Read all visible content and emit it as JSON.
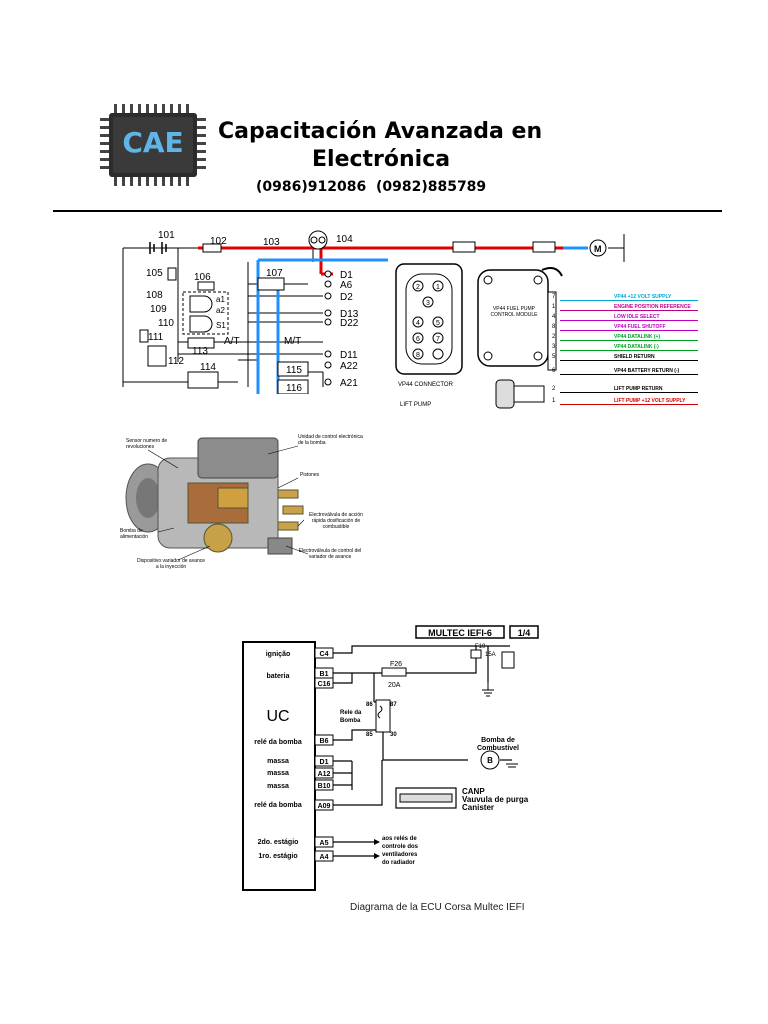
{
  "header": {
    "logo_text": "CAE",
    "title_line1": "Capacitación Avanzada en",
    "title_line2": "Electrónica",
    "phones": "(0986)912086  (0982)885789"
  },
  "circuit1": {
    "components": [
      "101",
      "102",
      "103",
      "104",
      "105",
      "106",
      "107",
      "108",
      "109",
      "110",
      "111",
      "112",
      "113",
      "114",
      "115",
      "116"
    ],
    "pins": [
      "D1",
      "A6",
      "D2",
      "D13",
      "D22",
      "D11",
      "A22",
      "A21"
    ],
    "switch_labels": [
      "A/T",
      "M/T"
    ],
    "gate_labels": [
      "a1",
      "a2",
      "S1"
    ]
  },
  "pump_module": {
    "connector_label": "VP44 CONNECTOR",
    "lift_pump_label": "LIFT PUMP",
    "module_label": "VP44 FUEL PUMP CONTROL MODULE",
    "connector_pins": [
      "2",
      "1",
      "3",
      "4",
      "5",
      "6",
      "7",
      "8"
    ],
    "wires": [
      {
        "pin": "7",
        "label": "VP44 +12 VOLT SUPPLY",
        "color": "#00a6d6"
      },
      {
        "pin": "1",
        "label": "ENGINE POSITION REFERENCE",
        "color": "#c0008a"
      },
      {
        "pin": "4",
        "label": "LOW IDLE SELECT",
        "color": "#c000c0"
      },
      {
        "pin": "8",
        "label": "VP44 FUEL SHUTOFF",
        "color": "#c000c0"
      },
      {
        "pin": "2",
        "label": "VP44 DATALINK (+)",
        "color": "#00a020"
      },
      {
        "pin": "3",
        "label": "VP44 DATALINK (-)",
        "color": "#00a020"
      },
      {
        "pin": "5",
        "label": "SHIELD RETURN",
        "color": "#000000"
      },
      {
        "pin": "6",
        "label": "VP44 BATTERY RETURN (-)",
        "color": "#000000"
      }
    ],
    "lift_wires": [
      {
        "pin": "2",
        "label": "LIFT PUMP RETURN",
        "color": "#000000"
      },
      {
        "pin": "1",
        "label": "LIFT PUMP +12 VOLT SUPPLY",
        "color": "#d00000"
      }
    ]
  },
  "pump_illustration": {
    "labels": {
      "sensor": "Sensor numero de revoluciones",
      "unidad": "Unidad de control electrónica de la bomba",
      "pistones": "Pistones",
      "electro1": "Electroválvula de acción rápida dosificación de combustible",
      "bomba": "Bomba de alimentación",
      "dispositivo": "Dispositivo variador de avance a la inyección",
      "electro2": "Electroválvula de control del variador de avance"
    }
  },
  "ecu_diagram": {
    "title": "MULTEC IEFI-6",
    "page": "1/4",
    "uc": "UC",
    "left_labels": [
      "ignição",
      "bateria",
      "relé da bomba",
      "massa",
      "massa",
      "massa",
      "relé da bomba",
      "2do. estágio",
      "1ro. estágio"
    ],
    "pins": [
      "C4",
      "B1",
      "C16",
      "B6",
      "D1",
      "A12",
      "B10",
      "A09",
      "A5",
      "A4"
    ],
    "fuse_f26": "F26",
    "fuse_f26_amp": "20A",
    "fuse_f19": "F19",
    "fuse_f19_amp": "15A",
    "relay_label_1": "Rele da",
    "relay_label_2": "Bomba",
    "relay_pins": [
      "86",
      "87",
      "85",
      "30"
    ],
    "pump_label_1": "Bomba de",
    "pump_label_2": "Combustível",
    "pump_symbol": "B",
    "canp_1": "CANP",
    "canp_2": "Vauvula de purga",
    "canp_3": "Canister",
    "fan_1": "aos relés de",
    "fan_2": "controle dos",
    "fan_3": "ventiladores",
    "fan_4": "do radiador",
    "caption": "Diagrama de la ECU Corsa Multec IEFI"
  }
}
